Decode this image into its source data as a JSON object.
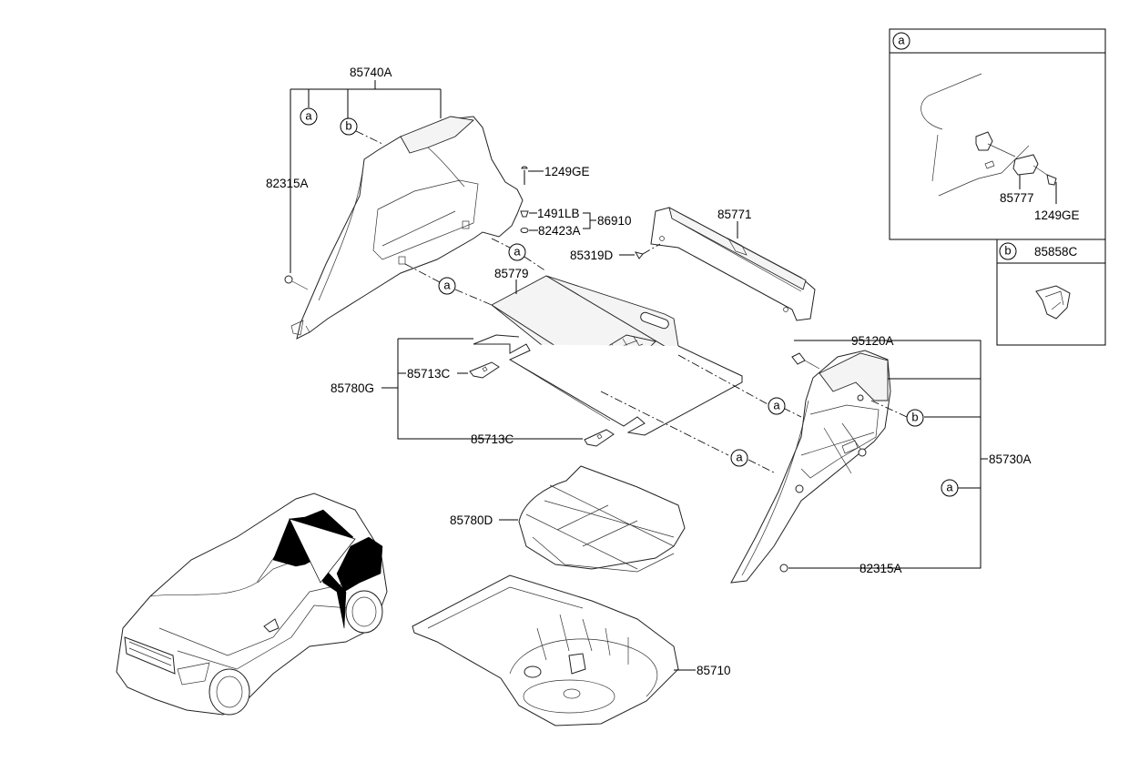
{
  "diagram": {
    "title": "Luggage compartment trim exploded view",
    "labels": {
      "p85740A": "85740A",
      "p82315A_left": "82315A",
      "p1249GE": "1249GE",
      "p1491LB": "1491LB",
      "p82423A": "82423A",
      "p86910": "86910",
      "p85771": "85771",
      "p85319D": "85319D",
      "p85779": "85779",
      "p85780G": "85780G",
      "p85713C_top": "85713C",
      "p85713C_bottom": "85713C",
      "p95120A": "95120A",
      "p85730A": "85730A",
      "p82315A_right": "82315A",
      "p85780D": "85780D",
      "p85710": "85710"
    },
    "callouts": {
      "a": "a",
      "b": "b"
    },
    "detail_a": {
      "marker": "a",
      "parts": [
        "85777",
        "1249GE"
      ]
    },
    "detail_b": {
      "marker": "b",
      "part": "85858C"
    }
  }
}
